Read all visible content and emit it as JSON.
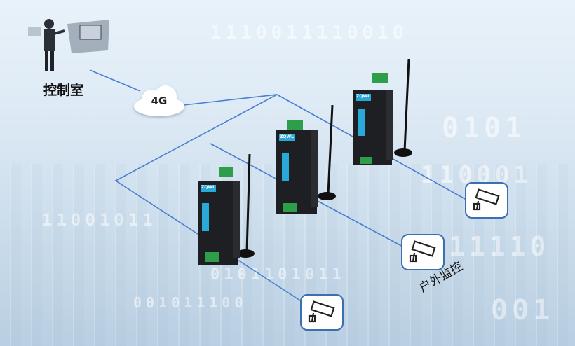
{
  "control_room_label": "控制室",
  "cloud_label": "4G",
  "outdoor_label": "户外监控",
  "router_brand": "ZQWL",
  "router_count": 3,
  "camera_count": 3,
  "colors": {
    "line": "#4a7fd0",
    "camera_border": "#3b6fb0",
    "router_body": "#1e1f22",
    "router_led_panel": "#2aa8d8",
    "terminal": "#2e9e4a"
  },
  "icons": [
    "cloud-icon",
    "router-icon",
    "camera-icon",
    "antenna-icon",
    "operator-icon"
  ]
}
